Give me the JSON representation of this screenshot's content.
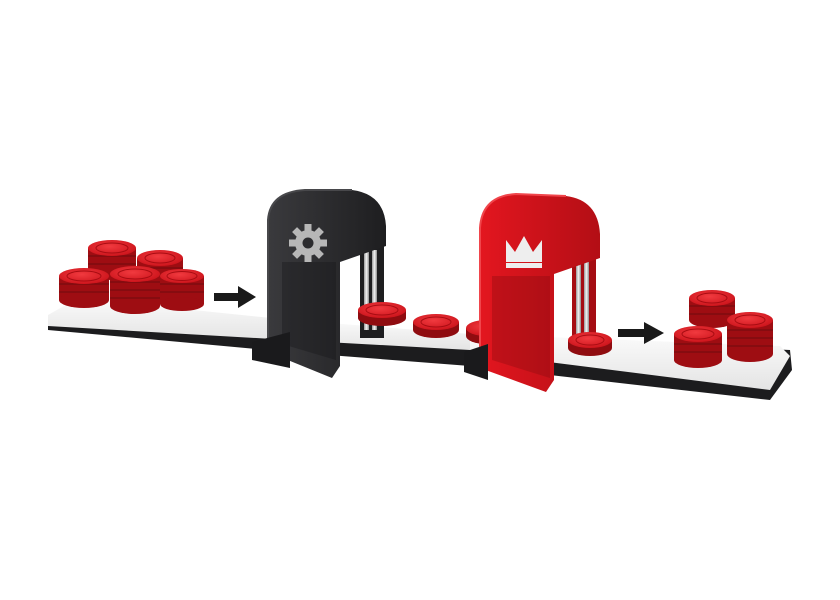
{
  "scene": {
    "description_visible_text": "",
    "colors": {
      "background": "#ffffff",
      "token_red": "#d9121b",
      "token_red_dark": "#8f0c10",
      "gate_black": "#2b2b2e",
      "gate_red": "#d4121a",
      "platform_top": "#f2f2f2",
      "platform_edge": "#1c1c1e",
      "arrow": "#1a1a1a"
    },
    "icons": {
      "black_gate_icon": "gear-icon",
      "red_gate_icon": "crown-icon",
      "arrow_icon": "arrow-right-icon"
    },
    "counts": {
      "input_stacks": 5,
      "tokens_between_gates": 3,
      "output_stacks": 3
    }
  }
}
